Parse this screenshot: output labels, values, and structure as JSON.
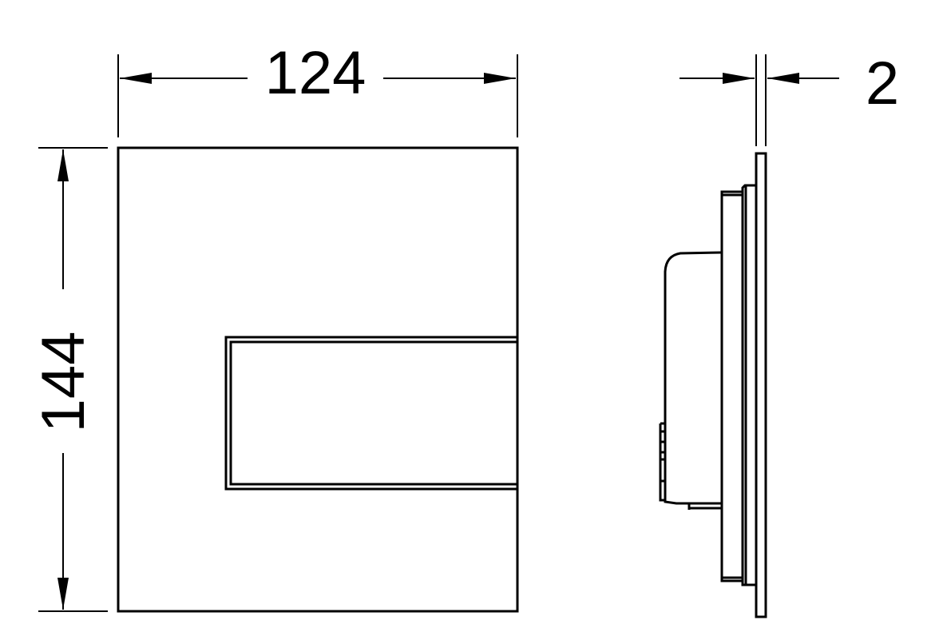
{
  "diagram": {
    "type": "technical-dimension-drawing",
    "colors": {
      "line": "#000000",
      "background": "#ffffff"
    },
    "front_view": {
      "width_label": "124",
      "height_label": "144"
    },
    "side_view": {
      "thickness_label": "2"
    }
  }
}
